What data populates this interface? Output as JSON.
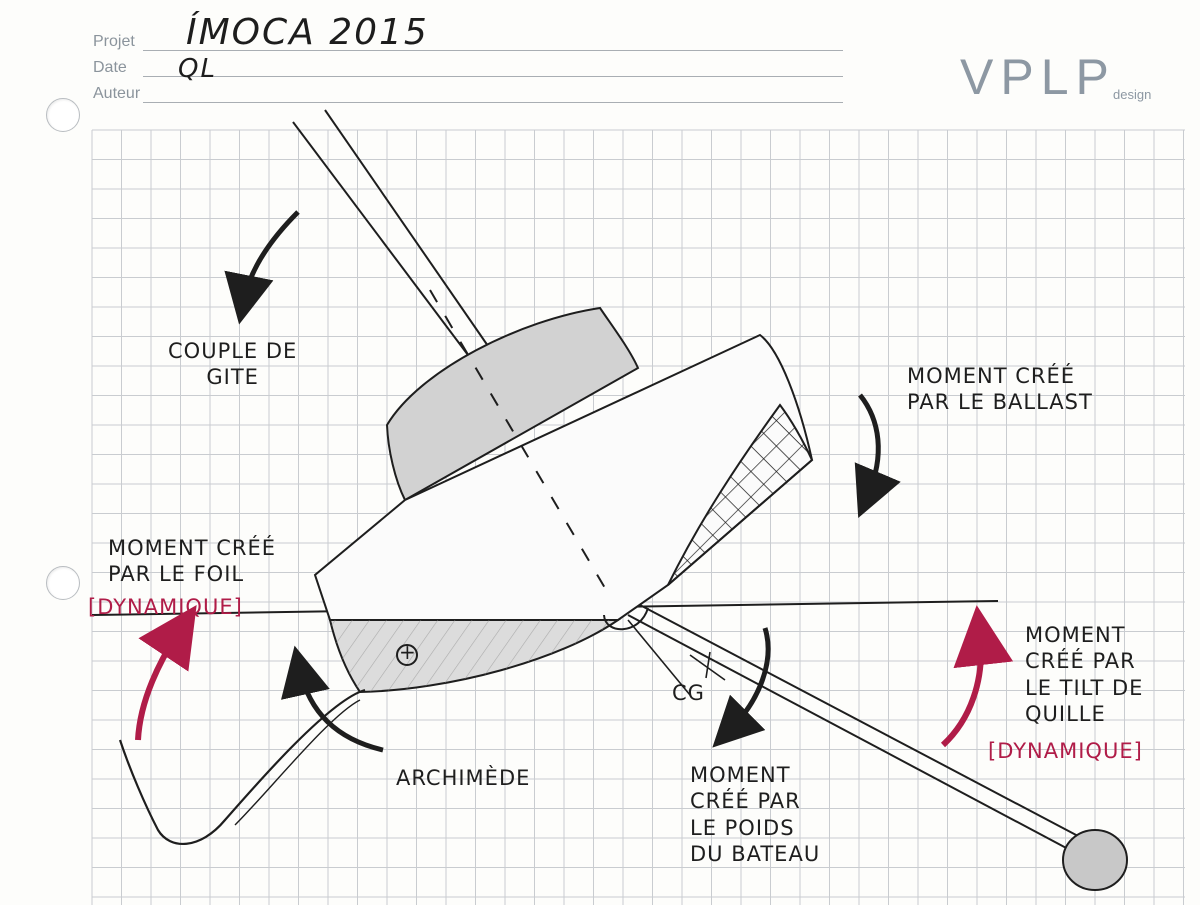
{
  "form": {
    "projet_label": "Projet",
    "date_label": "Date",
    "auteur_label": "Auteur",
    "projet_value": "ÍMOCA 2015",
    "date_value": "QL"
  },
  "logo": {
    "main": "VPLP",
    "sub": "design"
  },
  "labels": {
    "couple_de_gite": [
      "COUPLE DE",
      "GITE"
    ],
    "moment_ballast": [
      "MOMENT CRÉÉ",
      "PAR LE BALLAST"
    ],
    "moment_foil": [
      "MOMENT CRÉÉ",
      "PAR LE FOIL"
    ],
    "dynamique_left": "[DYNAMIQUE]",
    "moment_tilt": [
      "MOMENT",
      "CRÉÉ PAR",
      "LE TILT DE",
      "QUILLE"
    ],
    "dynamique_right": "[DYNAMIQUE]",
    "archimede": "ARCHIMÈDE",
    "cg": "CG",
    "moment_poids": [
      "MOMENT",
      "CRÉÉ PAR",
      "LE POIDS",
      "DU BATEAU"
    ],
    "plus_symbol": "+"
  },
  "colors": {
    "ink": "#1e1e1e",
    "red": "#b01c48",
    "grid": "#c9ccd0",
    "logo": "#8d98a3"
  }
}
